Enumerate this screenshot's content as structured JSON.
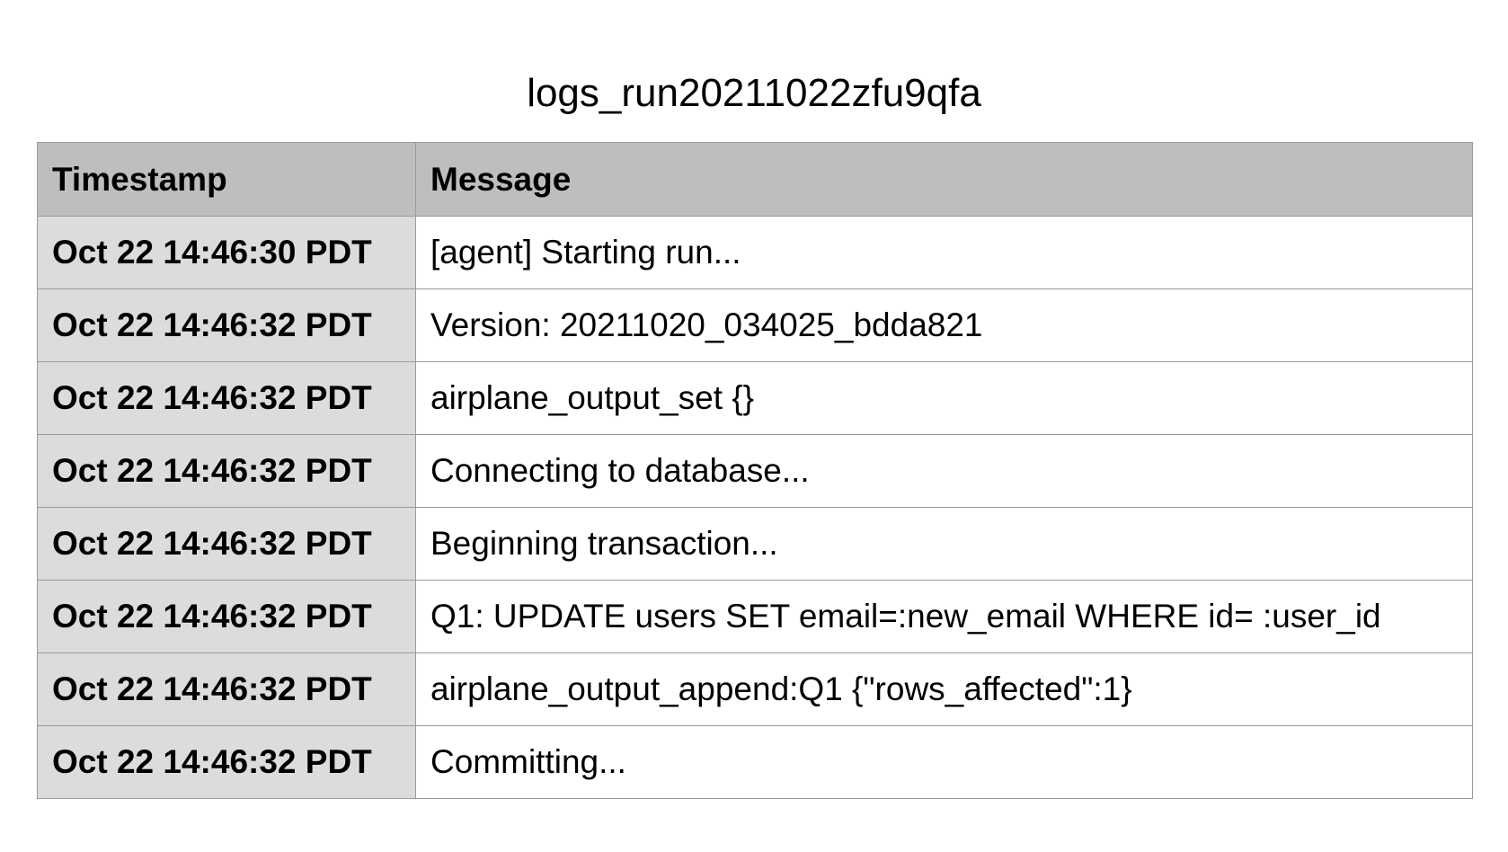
{
  "title": "logs_run20211022zfu9qfa",
  "table": {
    "headers": {
      "timestamp": "Timestamp",
      "message": "Message"
    },
    "rows": [
      {
        "timestamp": "Oct 22 14:46:30 PDT",
        "message": "[agent] Starting run..."
      },
      {
        "timestamp": "Oct 22 14:46:32 PDT",
        "message": "Version: 20211020_034025_bdda821"
      },
      {
        "timestamp": "Oct 22 14:46:32 PDT",
        "message": "airplane_output_set {}"
      },
      {
        "timestamp": "Oct 22 14:46:32 PDT",
        "message": "Connecting to database..."
      },
      {
        "timestamp": "Oct 22 14:46:32 PDT",
        "message": "Beginning transaction..."
      },
      {
        "timestamp": "Oct 22 14:46:32 PDT",
        "message": "Q1: UPDATE users SET email=:new_email WHERE id= :user_id"
      },
      {
        "timestamp": "Oct 22 14:46:32 PDT",
        "message": "airplane_output_append:Q1 {\"rows_affected\":1}"
      },
      {
        "timestamp": "Oct 22 14:46:32 PDT",
        "message": "Committing..."
      }
    ]
  }
}
